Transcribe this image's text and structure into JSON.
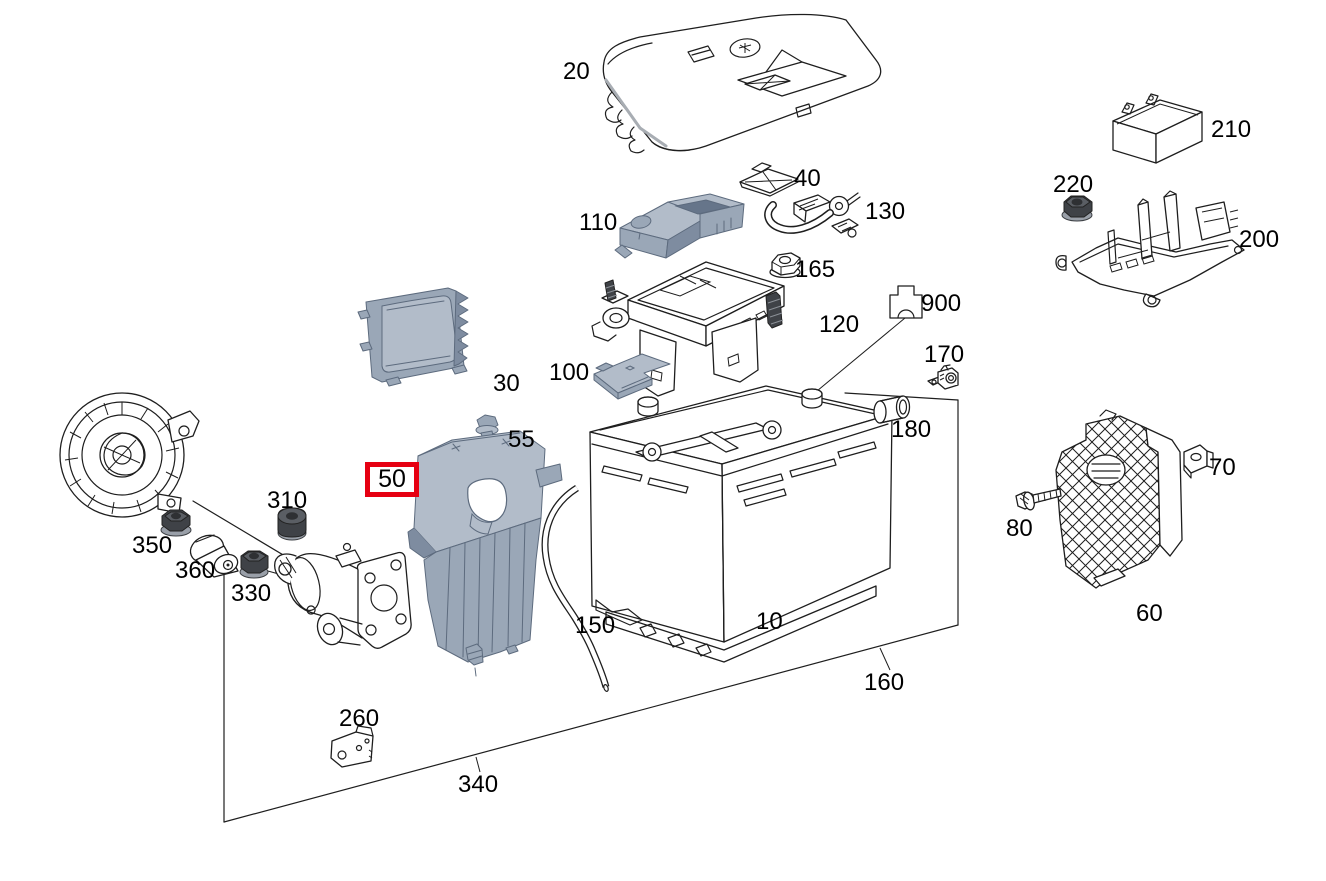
{
  "diagram": {
    "type": "exploded-parts-diagram",
    "highlighted_callout": "50",
    "colors": {
      "bg": "#ffffff",
      "line": "#1e1e1e",
      "highlight": "#e60012",
      "p-light": "#b2bcc9",
      "p-mid": "#9aa7b7",
      "p-dark": "#7e8ca0",
      "p-edge": "#5d6b7e",
      "p-cavity": "#66758a",
      "nut-dark": "#3f4247",
      "nut-mid": "#5a5e64",
      "nut-light": "#999fa8"
    },
    "labels": [
      {
        "id": "20",
        "text": "20",
        "highlighted": false
      },
      {
        "id": "210",
        "text": "210",
        "highlighted": false
      },
      {
        "id": "220",
        "text": "220",
        "highlighted": false
      },
      {
        "id": "200",
        "text": "200",
        "highlighted": false
      },
      {
        "id": "40",
        "text": "40",
        "highlighted": false
      },
      {
        "id": "110",
        "text": "110",
        "highlighted": false
      },
      {
        "id": "130",
        "text": "130",
        "highlighted": false
      },
      {
        "id": "165",
        "text": "165",
        "highlighted": false
      },
      {
        "id": "900",
        "text": "900",
        "highlighted": false
      },
      {
        "id": "120",
        "text": "120",
        "highlighted": false
      },
      {
        "id": "170",
        "text": "170",
        "highlighted": false
      },
      {
        "id": "100",
        "text": "100",
        "highlighted": false
      },
      {
        "id": "30",
        "text": "30",
        "highlighted": false
      },
      {
        "id": "180",
        "text": "180",
        "highlighted": false
      },
      {
        "id": "55",
        "text": "55",
        "highlighted": false
      },
      {
        "id": "50",
        "text": "50",
        "highlighted": true
      },
      {
        "id": "310",
        "text": "310",
        "highlighted": false
      },
      {
        "id": "350",
        "text": "350",
        "highlighted": false
      },
      {
        "id": "360",
        "text": "360",
        "highlighted": false
      },
      {
        "id": "330",
        "text": "330",
        "highlighted": false
      },
      {
        "id": "150",
        "text": "150",
        "highlighted": false
      },
      {
        "id": "10",
        "text": "10",
        "highlighted": false
      },
      {
        "id": "160",
        "text": "160",
        "highlighted": false
      },
      {
        "id": "340",
        "text": "340",
        "highlighted": false
      },
      {
        "id": "260",
        "text": "260",
        "highlighted": false
      },
      {
        "id": "60",
        "text": "60",
        "highlighted": false
      },
      {
        "id": "70",
        "text": "70",
        "highlighted": false
      },
      {
        "id": "80",
        "text": "80",
        "highlighted": false
      }
    ]
  }
}
